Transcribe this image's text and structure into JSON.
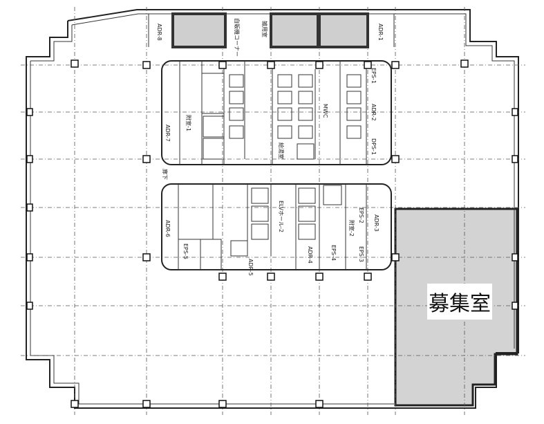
{
  "plan": {
    "vacant_room_label": "募集室",
    "vacant_room_fill": "#d3d3d3",
    "rooms": {
      "adr8": "ADR-8",
      "vending": "自販機コーナー",
      "utility": "雑用室",
      "adr1": "ADR-1",
      "eps1": "EPS-1",
      "dps1": "DPS-1",
      "anteroom1": "附室-1",
      "adr7": "ADR-7",
      "mwc": "MWC",
      "adr2": "ADR-2",
      "kitchen": "給湯室",
      "corridor": "廊下",
      "adr6": "ADR-6",
      "elv_hall": "ELVホール-2",
      "anteroom2": "附室-2",
      "adr3": "ADR-3",
      "adr4": "ADR-4",
      "adr5": "ADR-5",
      "eps2": "EPS-2",
      "eps3": "EPS-3",
      "eps4": "EPS-4",
      "eps5": "EPS-5"
    }
  }
}
